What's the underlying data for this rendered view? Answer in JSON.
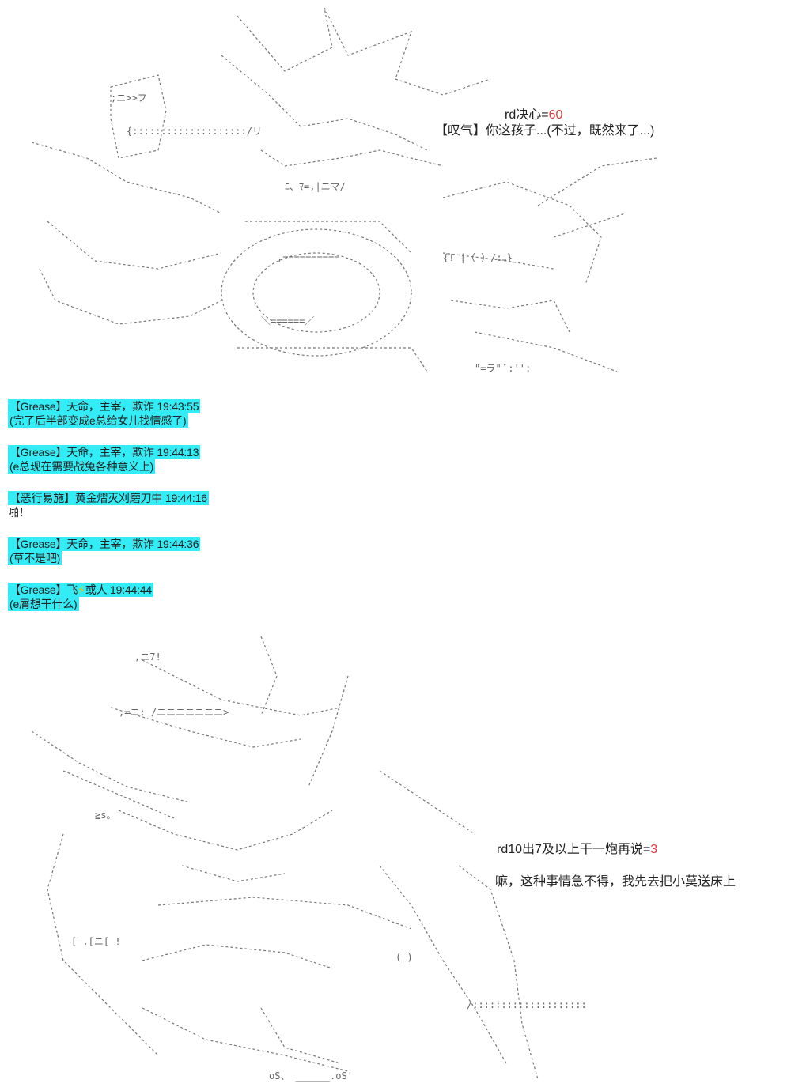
{
  "scene_top": {
    "roll_label": "rd决心=",
    "roll_value": "60",
    "speech": "【叹气】你这孩子...(不过，既然来了...)"
  },
  "chat": [
    {
      "header": "【Grease】天命，主宰，欺诈 19:43:55",
      "body": "(完了后半部变成e总给女儿找情感了)"
    },
    {
      "header": "【Grease】天命，主宰，欺诈 19:44:13",
      "body": "(e总现在需要战兔各种意义上)"
    },
    {
      "header": "【恶行易施】黄金熠灭刈磨刀中 19:44:16",
      "body": "啪！"
    },
    {
      "header": "【Grease】天命，主宰，欺诈 19:44:36",
      "body": "(草不是吧)"
    },
    {
      "header_prefix": "【Grease】飞",
      "header_suffix": "或人 19:44:44",
      "icon": "lightning-icon",
      "body": "(e屑想干什么)"
    }
  ],
  "scene_bottom": {
    "roll_label": "rd10出7及以上干一炮再说=",
    "roll_value": "3",
    "speech": "嘛，这种事情急不得，我先去把小莫送床上"
  },
  "colors": {
    "highlight": "#33ecf5",
    "roll_value": "#e23b3b",
    "bolt": "#f2c200"
  }
}
